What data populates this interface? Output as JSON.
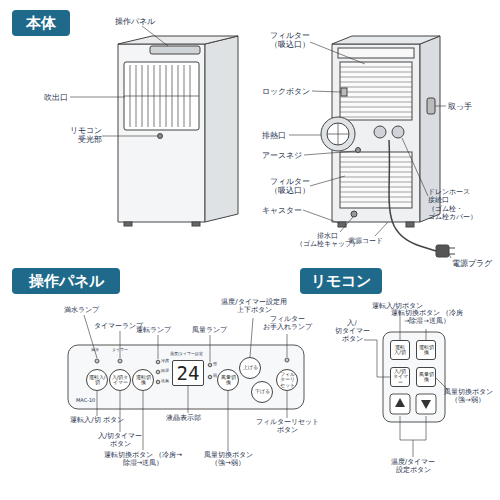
{
  "diagram": {
    "nodes": [
      {
        "text": [
          "本体"
        ]
      },
      {
        "text": [
          "操作パネル"
        ]
      },
      {
        "text": [
          "リモコン"
        ]
      },
      {
        "text": [
          "運転入/切"
        ]
      },
      {
        "text": [
          "入/切タイマー"
        ]
      },
      {
        "text": [
          "運転切換"
        ]
      },
      {
        "text": [
          "24"
        ]
      },
      {
        "text": [
          "風量切換"
        ]
      },
      {
        "text": [
          "上げる"
        ]
      },
      {
        "text": [
          "下げる"
        ]
      },
      {
        "text": [
          "フィルターリセット"
        ]
      },
      {
        "text": [
          "運転入/切"
        ]
      },
      {
        "text": [
          "運転切換"
        ]
      },
      {
        "text": [
          "入/切タイマー"
        ]
      },
      {
        "text": [
          "風量切換"
        ]
      }
    ],
    "labels": [
      "操作パネル",
      "吹出口",
      "リモコン 受光部",
      "フィルター （吸込口）",
      "ロックボタン",
      "取っ手",
      "排熱口",
      "アースネジ",
      "フィルター （吸込口）",
      "キャスター",
      "排水口 （ゴム栓キャップ）",
      "電源コード",
      "ドレンホース 接続口 （ゴム栓・ ゴム栓カバー）",
      "電源プラグ",
      "満水ランプ",
      "タイマーランプ",
      "運転ランプ",
      "風量ランプ",
      "温度/タイマー設定用 上下ボタン",
      "フィルター お手入れランプ",
      "液晶表示部",
      "運転入/切 ボタン",
      "入/切タイマー ボタン",
      "運転切換ボタン （冷房→除湿→送風）",
      "風量切換ボタン （強→弱）",
      "フィルターリセット ボタン",
      "運転入/切ボタン",
      "運転切換ボタン （冷房→除湿→送風）",
      "入/切タイマー ボタン",
      "風量切換ボタン （強→弱）",
      "温度/タイマー 設定ボタン",
      "満水",
      "タイマー",
      "冷房",
      "除湿",
      "送風",
      "強",
      "弱",
      "温度/タイマー設定",
      "MAC-10"
    ]
  }
}
